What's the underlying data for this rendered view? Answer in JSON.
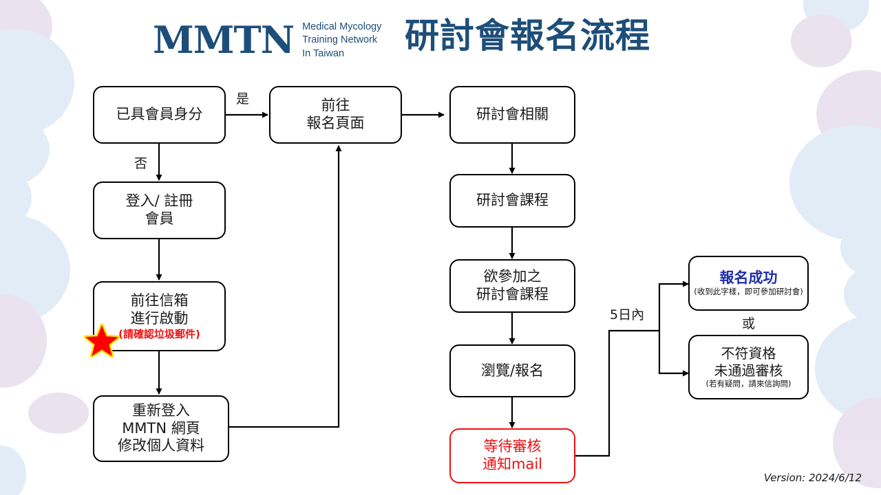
{
  "header": {
    "logo_mark": "MMTN",
    "logo_sub_lines": [
      "Medical Mycology",
      "Training Network",
      "In Taiwan"
    ],
    "title": "研討會報名流程",
    "brand_color": "#1d4e79"
  },
  "footer": {
    "version": "Version: 2024/6/12"
  },
  "colors": {
    "brand_blue": "#1d4e79",
    "alert_red": "#ee1111",
    "success_blue": "#1f2fa8",
    "node_border": "#000000",
    "decor_blue": "#cfe0f2",
    "decor_purple": "#ddd0e4"
  },
  "nodes": {
    "member_check": {
      "lines": [
        "已具會員身分"
      ]
    },
    "register_page": {
      "lines": [
        "前往",
        "報名頁面"
      ]
    },
    "seminar_related": {
      "lines": [
        "研討會相關"
      ]
    },
    "login_signup": {
      "lines": [
        "登入/ 註冊",
        "會員"
      ]
    },
    "seminar_course": {
      "lines": [
        "研討會課程"
      ]
    },
    "activate_mail": {
      "lines": [
        "前往信箱",
        "進行啟動"
      ],
      "note": "(請確認垃圾郵件)",
      "note_color": "#ee1111",
      "has_star": true
    },
    "desired_course": {
      "lines": [
        "欲參加之",
        "研討會課程"
      ]
    },
    "success": {
      "title": "報名成功",
      "note": "(收到此字樣，即可參加研討會)"
    },
    "relogin_edit": {
      "lines": [
        "重新登入",
        "MMTN 網頁",
        "修改個人資料"
      ]
    },
    "browse_signup": {
      "lines": [
        "瀏覽/報名"
      ]
    },
    "rejected": {
      "lines": [
        "不符資格",
        "未通過審核"
      ],
      "note": "(若有疑問，請來信詢問)"
    },
    "await_review": {
      "lines": [
        "等待審核",
        "通知mail"
      ],
      "is_alert": true
    }
  },
  "edge_labels": {
    "yes": "是",
    "no": "否",
    "within_5_days": "5日內",
    "or": "或"
  }
}
